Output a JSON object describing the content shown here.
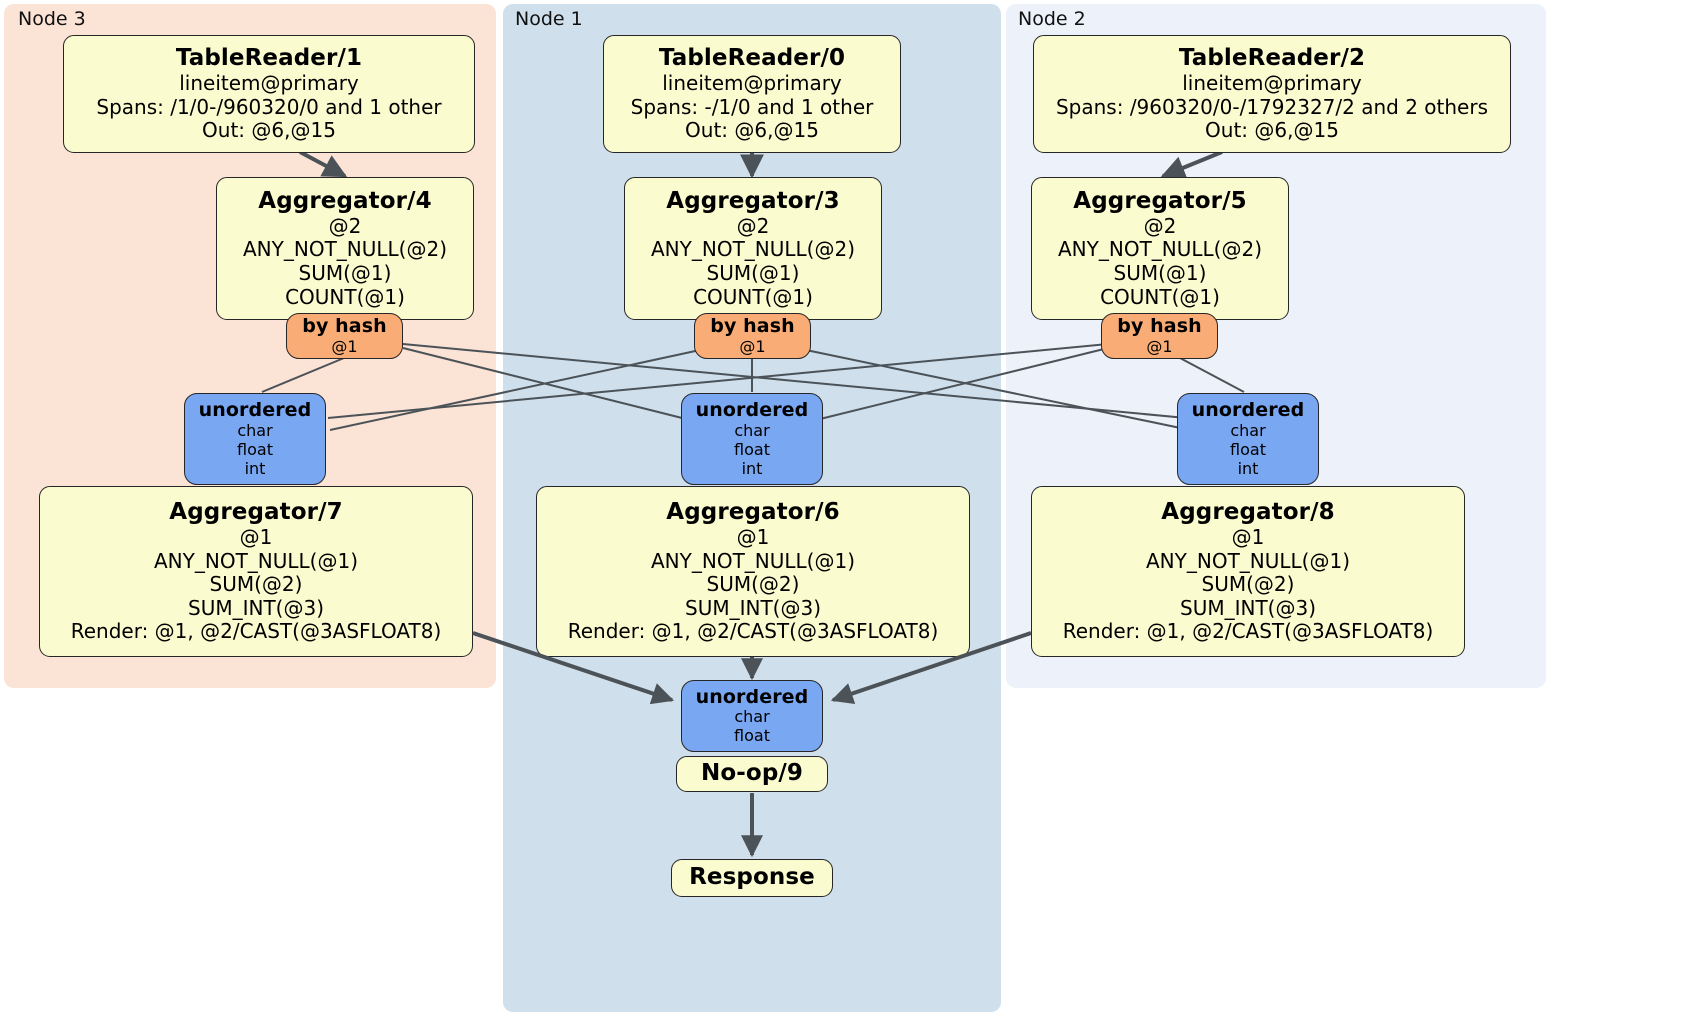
{
  "diagram": {
    "type": "distributed-query-plan",
    "colors": {
      "node3_panel": "#fbe3d6",
      "node1_panel": "#cfdfeb",
      "node2_panel": "#edf1fa",
      "processor_box": "#fbfbd0",
      "router_box": "#f9ac76",
      "synchronizer_box": "#79a7f2",
      "edge": "#4c5358",
      "border": "#262626"
    }
  },
  "clusters": [
    {
      "id": "node3",
      "label": "Node 3"
    },
    {
      "id": "node1",
      "label": "Node 1"
    },
    {
      "id": "node2",
      "label": "Node 2"
    }
  ],
  "nodes": {
    "table_reader_1": {
      "title": "TableReader/1",
      "lines": [
        "lineitem@primary",
        "Spans: /1/0-/960320/0 and 1 other",
        "Out: @6,@15"
      ]
    },
    "table_reader_0": {
      "title": "TableReader/0",
      "lines": [
        "lineitem@primary",
        "Spans: -/1/0 and 1 other",
        "Out: @6,@15"
      ]
    },
    "table_reader_2": {
      "title": "TableReader/2",
      "lines": [
        "lineitem@primary",
        "Spans: /960320/0-/1792327/2 and 2 others",
        "Out: @6,@15"
      ]
    },
    "aggregator_4": {
      "title": "Aggregator/4",
      "lines": [
        "@2",
        "ANY_NOT_NULL(@2)",
        "SUM(@1)",
        "COUNT(@1)"
      ]
    },
    "aggregator_3": {
      "title": "Aggregator/3",
      "lines": [
        "@2",
        "ANY_NOT_NULL(@2)",
        "SUM(@1)",
        "COUNT(@1)"
      ]
    },
    "aggregator_5": {
      "title": "Aggregator/5",
      "lines": [
        "@2",
        "ANY_NOT_NULL(@2)",
        "SUM(@1)",
        "COUNT(@1)"
      ]
    },
    "router_left": {
      "title": "by hash",
      "lines": [
        "@1"
      ]
    },
    "router_center": {
      "title": "by hash",
      "lines": [
        "@1"
      ]
    },
    "router_right": {
      "title": "by hash",
      "lines": [
        "@1"
      ]
    },
    "sync_left": {
      "title": "unordered",
      "lines": [
        "char",
        "float",
        "int"
      ]
    },
    "sync_center": {
      "title": "unordered",
      "lines": [
        "char",
        "float",
        "int"
      ]
    },
    "sync_right": {
      "title": "unordered",
      "lines": [
        "char",
        "float",
        "int"
      ]
    },
    "aggregator_7": {
      "title": "Aggregator/7",
      "lines": [
        "@1",
        "ANY_NOT_NULL(@1)",
        "SUM(@2)",
        "SUM_INT(@3)",
        "Render: @1, @2/CAST(@3ASFLOAT8)"
      ]
    },
    "aggregator_6": {
      "title": "Aggregator/6",
      "lines": [
        "@1",
        "ANY_NOT_NULL(@1)",
        "SUM(@2)",
        "SUM_INT(@3)",
        "Render: @1, @2/CAST(@3ASFLOAT8)"
      ]
    },
    "aggregator_8": {
      "title": "Aggregator/8",
      "lines": [
        "@1",
        "ANY_NOT_NULL(@1)",
        "SUM(@2)",
        "SUM_INT(@3)",
        "Render: @1, @2/CAST(@3ASFLOAT8)"
      ]
    },
    "sync_final": {
      "title": "unordered",
      "lines": [
        "char",
        "float"
      ]
    },
    "noop_9": {
      "title": "No-op/9",
      "lines": []
    },
    "response": {
      "title": "Response",
      "lines": []
    }
  }
}
